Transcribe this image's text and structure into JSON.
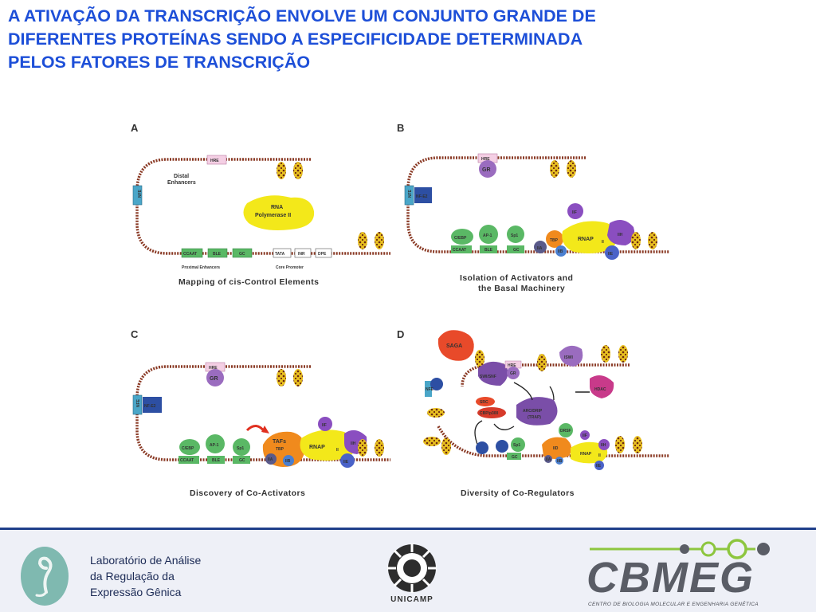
{
  "slide": {
    "title_lines": [
      "A ATIVAÇÃO DA TRANSCRIÇÃO ENVOLVE UM CONJUNTO GRANDE DE",
      "DIFERENTES PROTEÍNAS SENDO A ESPECIFICIDADE DETERMINADA",
      "PELOS FATORES DE TRANSCRIÇÃO"
    ],
    "accent_color": "#1d4fd8"
  },
  "figure": {
    "panels": [
      {
        "letter": "A",
        "caption": "Mapping of cis-Control Elements",
        "labels": {
          "hre": "HRE",
          "distal_1": "Distal",
          "distal_2": "Enhancers",
          "rna_pol_1": "RNA",
          "rna_pol_2": "Polymerase II",
          "nfe": "NFE",
          "ccaat": "CCAAT",
          "ble": "BLE",
          "gc": "GC",
          "tata": "TATA",
          "inr": "INR",
          "dpe": "DPE",
          "proximal": "Proximal Enhancers",
          "core": "Core Promoter"
        }
      },
      {
        "letter": "B",
        "caption_1": "Isolation of Activators and",
        "caption_2": "the Basal Machinery",
        "labels": {
          "hre": "HRE",
          "gr": "GR",
          "nfe": "NFE",
          "nfe2": "NF-E2",
          "cebp": "C/EBP",
          "ap1": "AP-1",
          "sp1": "Sp1",
          "ccaat": "CCAAT",
          "ble": "BLE",
          "gc": "GC",
          "tbp": "TBP",
          "iia": "IIA",
          "iib": "IIB",
          "iif": "IIF",
          "rnap": "RNAP",
          "rnap_sub": "II",
          "iih": "IIH",
          "iie": "IIE"
        }
      },
      {
        "letter": "C",
        "caption": "Discovery of Co-Activators",
        "labels": {
          "hre": "HRE",
          "gr": "GR",
          "nfe": "NFE",
          "nfe2": "NF-E2",
          "cebp": "C/EBP",
          "ap1": "AP-1",
          "sp1": "Sp1",
          "ccaat": "CCAAT",
          "ble": "BLE",
          "gc": "GC",
          "tafs": "TAFs",
          "tbp": "TBP",
          "iia": "IIA",
          "iib": "IIB",
          "iif": "IIF",
          "rnap": "RNAP",
          "rnap_sub": "II",
          "iih": "IIH",
          "iie": "IIE"
        }
      },
      {
        "letter": "D",
        "caption": "Diversity of Co-Regulators",
        "labels": {
          "saga": "SAGA",
          "swisnf": "SWI/SNF",
          "iswi": "ISWI",
          "hdac": "HDAC",
          "arc": "ARC/DRIP",
          "trap": "(TRAP)",
          "drsf": "DRSF",
          "tfiid": "IID",
          "rnap": "RNAP",
          "rnap_sub": "II",
          "iia": "IIA",
          "iib": "IIB",
          "iie": "IIE",
          "iih": "IIH",
          "iif": "IIF",
          "sp1": "Sp1",
          "gr": "GR",
          "hre": "HRE",
          "cbp": "CBP/p300",
          "src": "SRC",
          "nfe": "NFE",
          "gc": "GC"
        }
      }
    ]
  },
  "footer": {
    "lab_lines": [
      "Laboratório de Análise",
      "da Regulação da",
      "Expressão Gênica"
    ],
    "unicamp": "UNICAMP",
    "cbmeg": "CBMEG",
    "cbmeg_sub": "CENTRO DE BIOLOGIA MOLECULAR E ENGENHARIA GENÉTICA",
    "colors": {
      "bar": "#1f3f8a",
      "background": "#eef0f7",
      "cbmeg_green": "#8dc63f",
      "cbmeg_gray": "#5a5d66",
      "lab_logo": "#7fb9b0"
    }
  }
}
